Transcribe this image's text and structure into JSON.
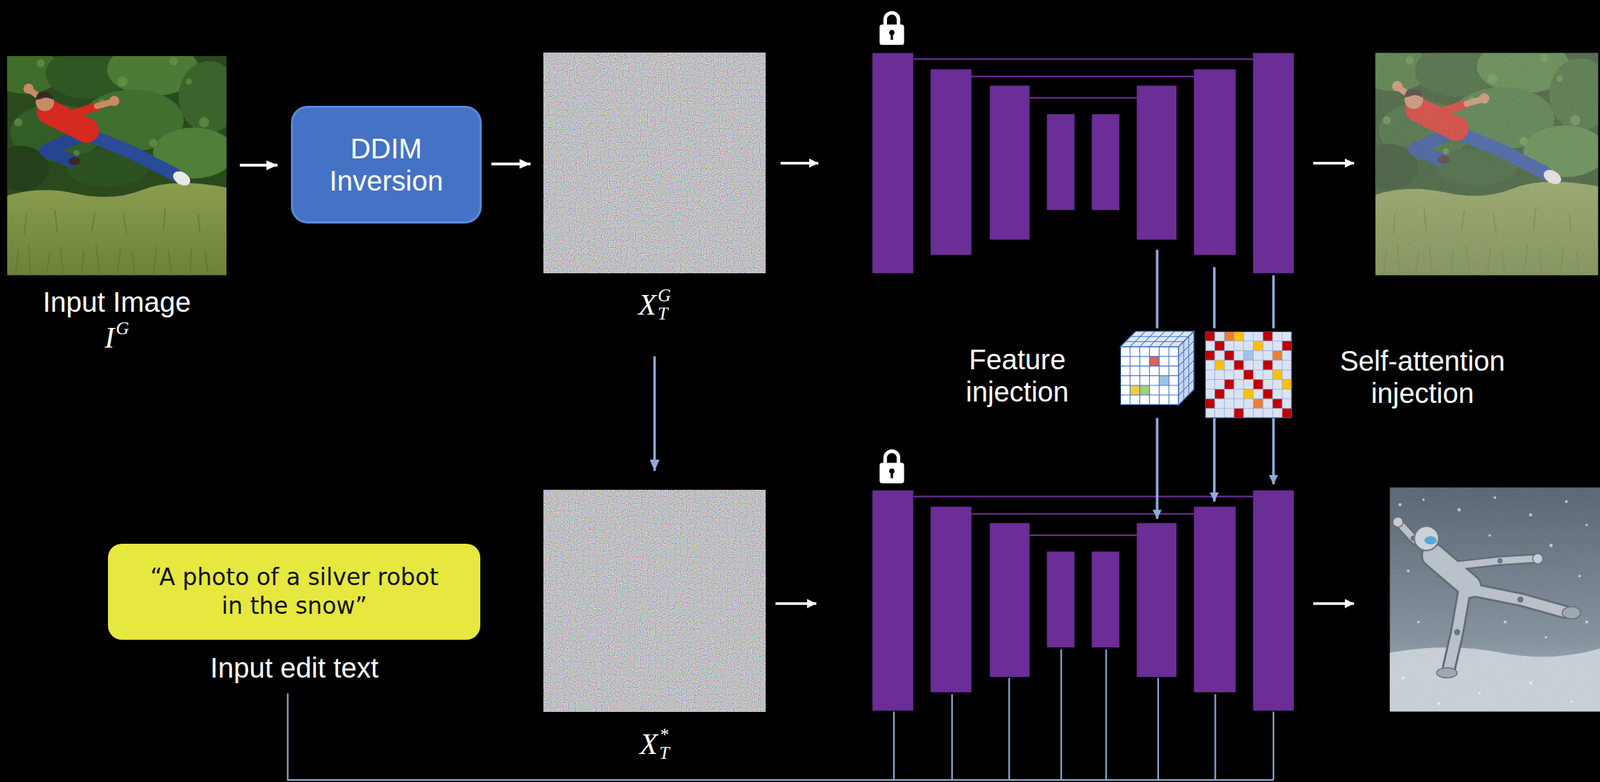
{
  "diagram": {
    "nodes": [
      {
        "text": [
          "Input Image",
          "IG"
        ]
      },
      {
        "text": [
          "DDIM Inversion"
        ]
      },
      {
        "text": [
          "XTG"
        ]
      },
      {
        "text": [
          "“A photo of a silver robot in the snow”",
          "Input edit text"
        ]
      },
      {
        "text": [
          "XT*"
        ]
      }
    ],
    "edges": [
      {
        "from": 0,
        "to": 1,
        "arrow": "to"
      },
      {
        "from": 1,
        "to": 2,
        "arrow": "to"
      },
      {
        "from": 2,
        "to": 4,
        "arrow": "to"
      }
    ],
    "labels": [
      "Feature injection",
      "Self-attention injection"
    ]
  }
}
